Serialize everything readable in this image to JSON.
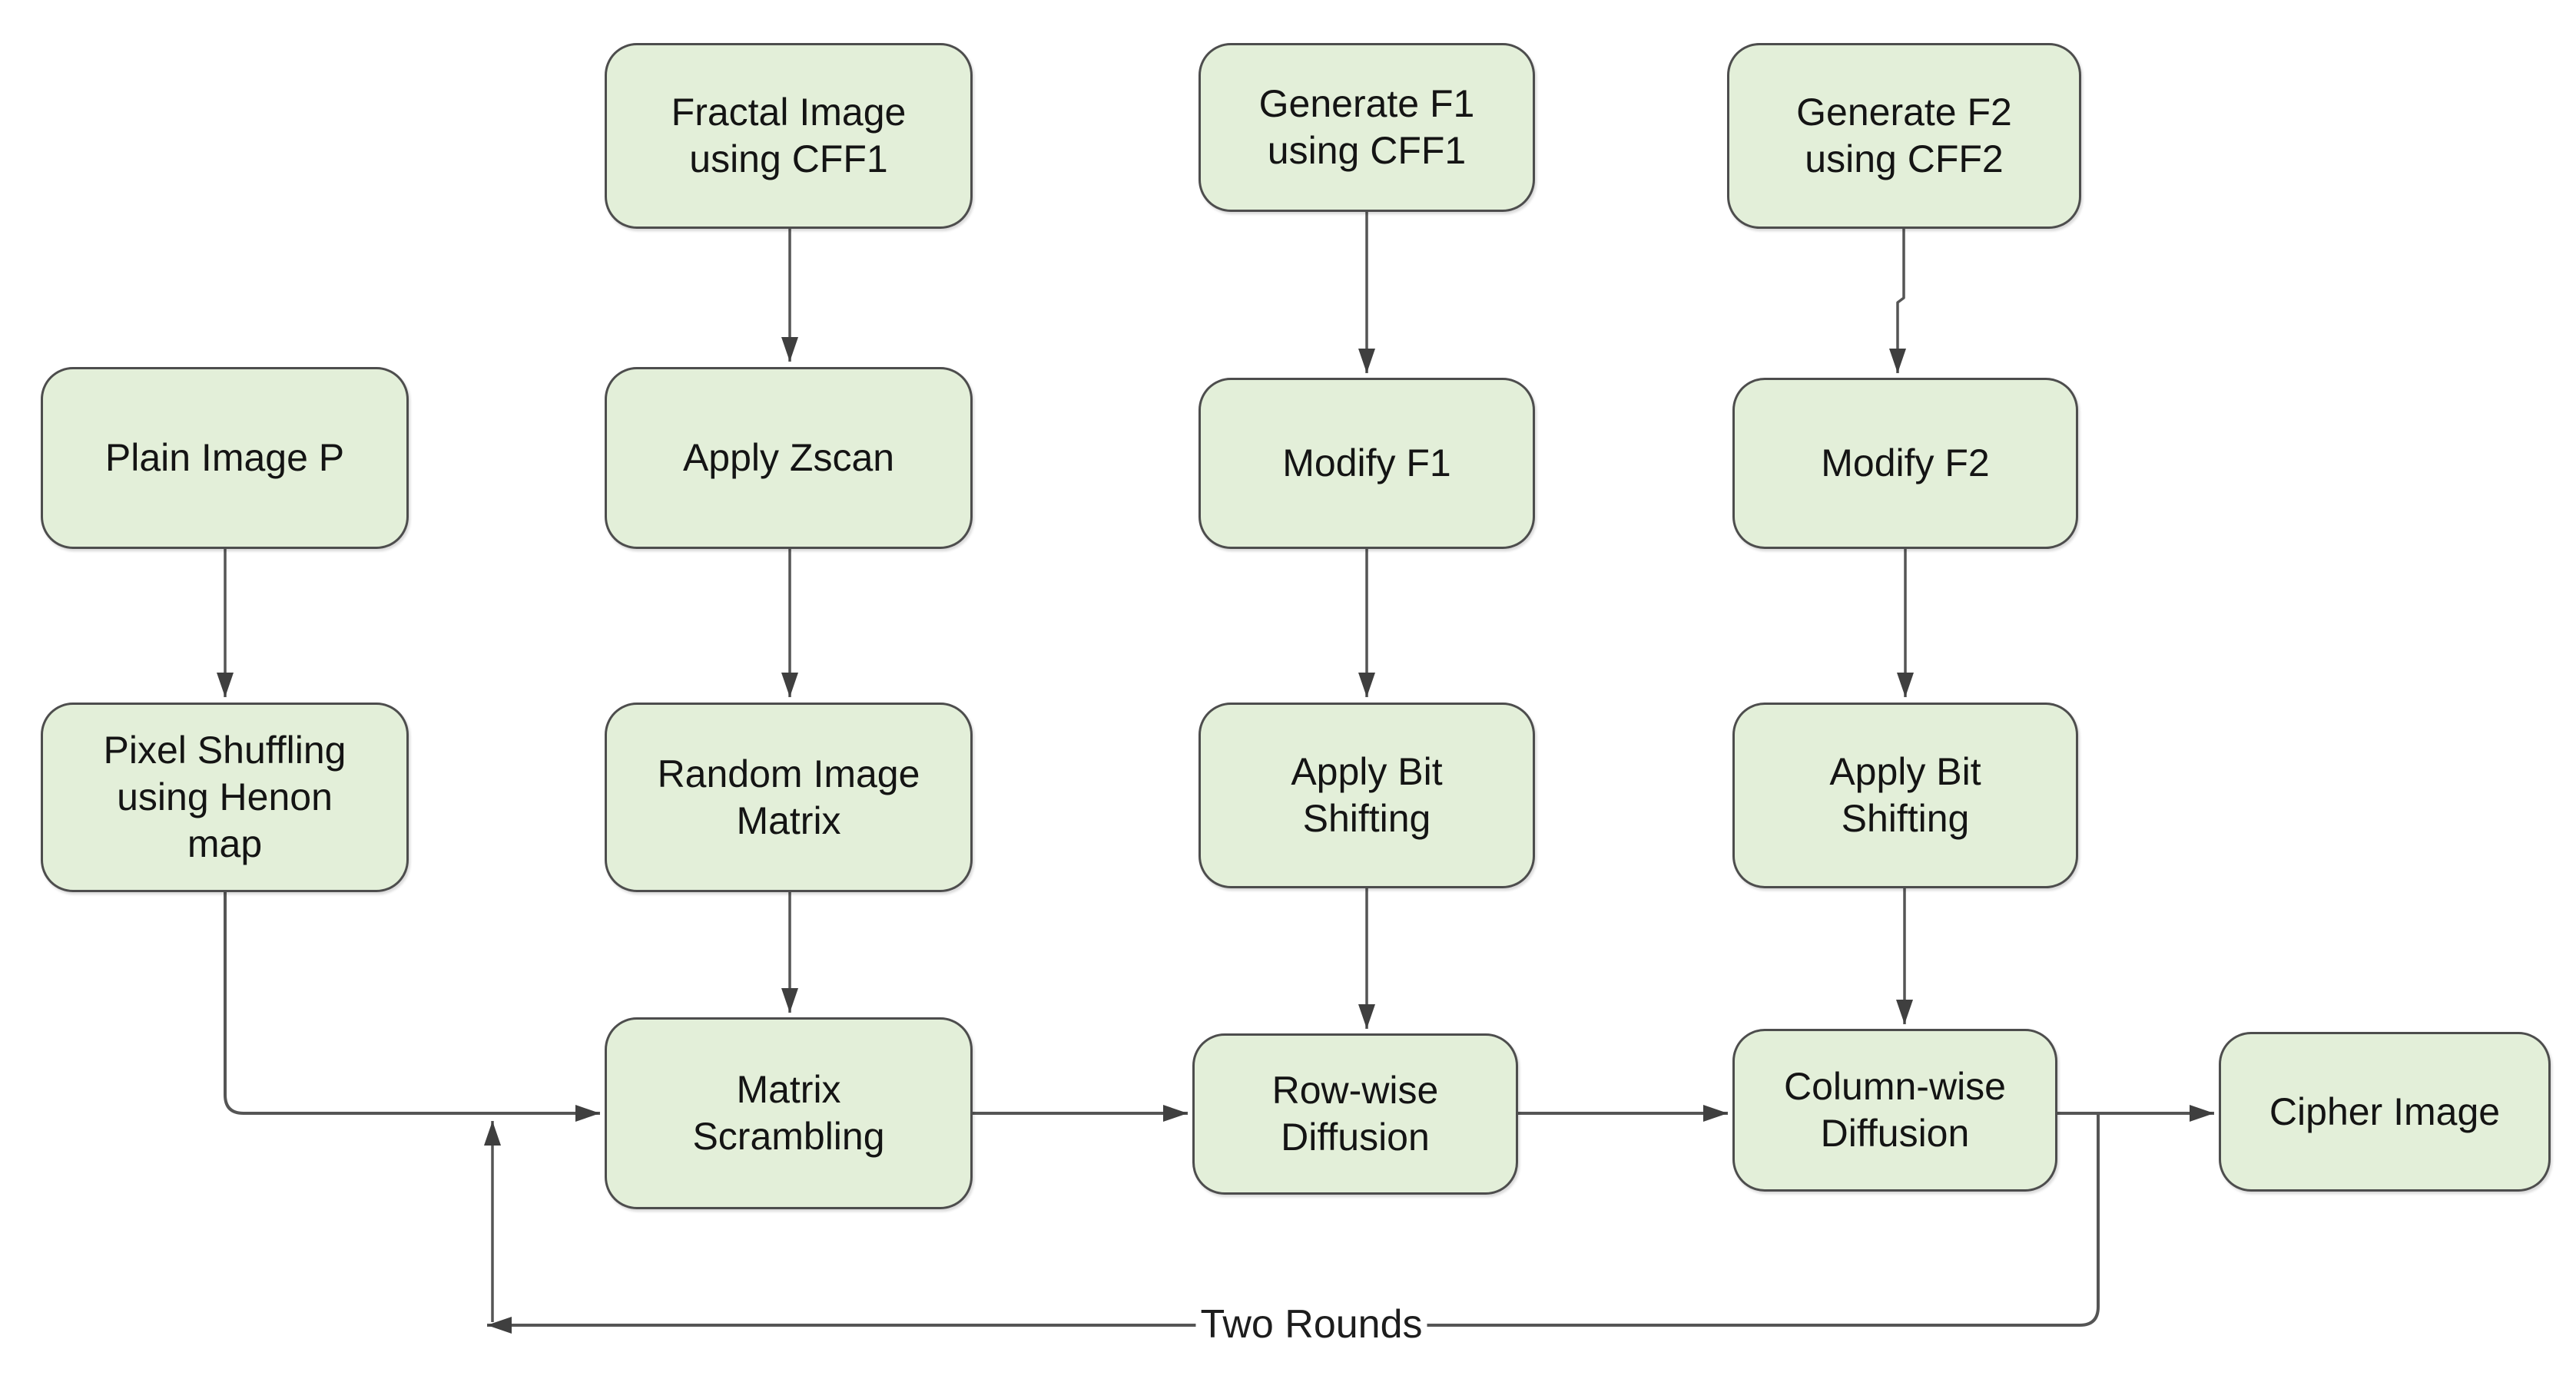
{
  "diagram": {
    "type": "flowchart",
    "background_color": "#ffffff",
    "node_fill_color": "#e3efd9",
    "node_border_color": "#4d4d4d",
    "connector_color": "#555555",
    "arrowhead_color": "#3f3f3f",
    "text_color": "#141414",
    "loop_label": "Two Rounds",
    "nodes": [
      {
        "id": "plain-image-p",
        "label": "Plain Image P"
      },
      {
        "id": "pixel-shuffling",
        "label": "Pixel Shuffling\nusing Henon\nmap"
      },
      {
        "id": "fractal-image",
        "label": "Fractal Image\nusing CFF1"
      },
      {
        "id": "apply-zscan",
        "label": "Apply Zscan"
      },
      {
        "id": "random-image-matrix",
        "label": "Random Image\nMatrix"
      },
      {
        "id": "matrix-scrambling",
        "label": "Matrix\nScrambling"
      },
      {
        "id": "generate-f1",
        "label": "Generate F1\nusing CFF1"
      },
      {
        "id": "modify-f1",
        "label": "Modify F1"
      },
      {
        "id": "apply-bit-shifting-f1",
        "label": "Apply Bit\nShifting"
      },
      {
        "id": "row-wise-diffusion",
        "label": "Row-wise\nDiffusion"
      },
      {
        "id": "generate-f2",
        "label": "Generate F2\nusing CFF2"
      },
      {
        "id": "modify-f2",
        "label": "Modify F2"
      },
      {
        "id": "apply-bit-shifting-f2",
        "label": "Apply Bit\nShifting"
      },
      {
        "id": "column-wise-diffusion",
        "label": "Column-wise\nDiffusion"
      },
      {
        "id": "cipher-image",
        "label": "Cipher Image"
      }
    ],
    "edges": [
      {
        "from": "plain-image-p",
        "to": "pixel-shuffling"
      },
      {
        "from": "fractal-image",
        "to": "apply-zscan"
      },
      {
        "from": "apply-zscan",
        "to": "random-image-matrix"
      },
      {
        "from": "random-image-matrix",
        "to": "matrix-scrambling"
      },
      {
        "from": "generate-f1",
        "to": "modify-f1"
      },
      {
        "from": "modify-f1",
        "to": "apply-bit-shifting-f1"
      },
      {
        "from": "apply-bit-shifting-f1",
        "to": "row-wise-diffusion"
      },
      {
        "from": "generate-f2",
        "to": "modify-f2"
      },
      {
        "from": "modify-f2",
        "to": "apply-bit-shifting-f2"
      },
      {
        "from": "apply-bit-shifting-f2",
        "to": "column-wise-diffusion"
      },
      {
        "from": "pixel-shuffling",
        "to": "matrix-scrambling"
      },
      {
        "from": "matrix-scrambling",
        "to": "row-wise-diffusion"
      },
      {
        "from": "row-wise-diffusion",
        "to": "column-wise-diffusion"
      },
      {
        "from": "column-wise-diffusion",
        "to": "cipher-image"
      },
      {
        "from": "column-wise-diffusion",
        "to": "matrix-scrambling",
        "type": "feedback",
        "label": "Two Rounds"
      }
    ]
  }
}
